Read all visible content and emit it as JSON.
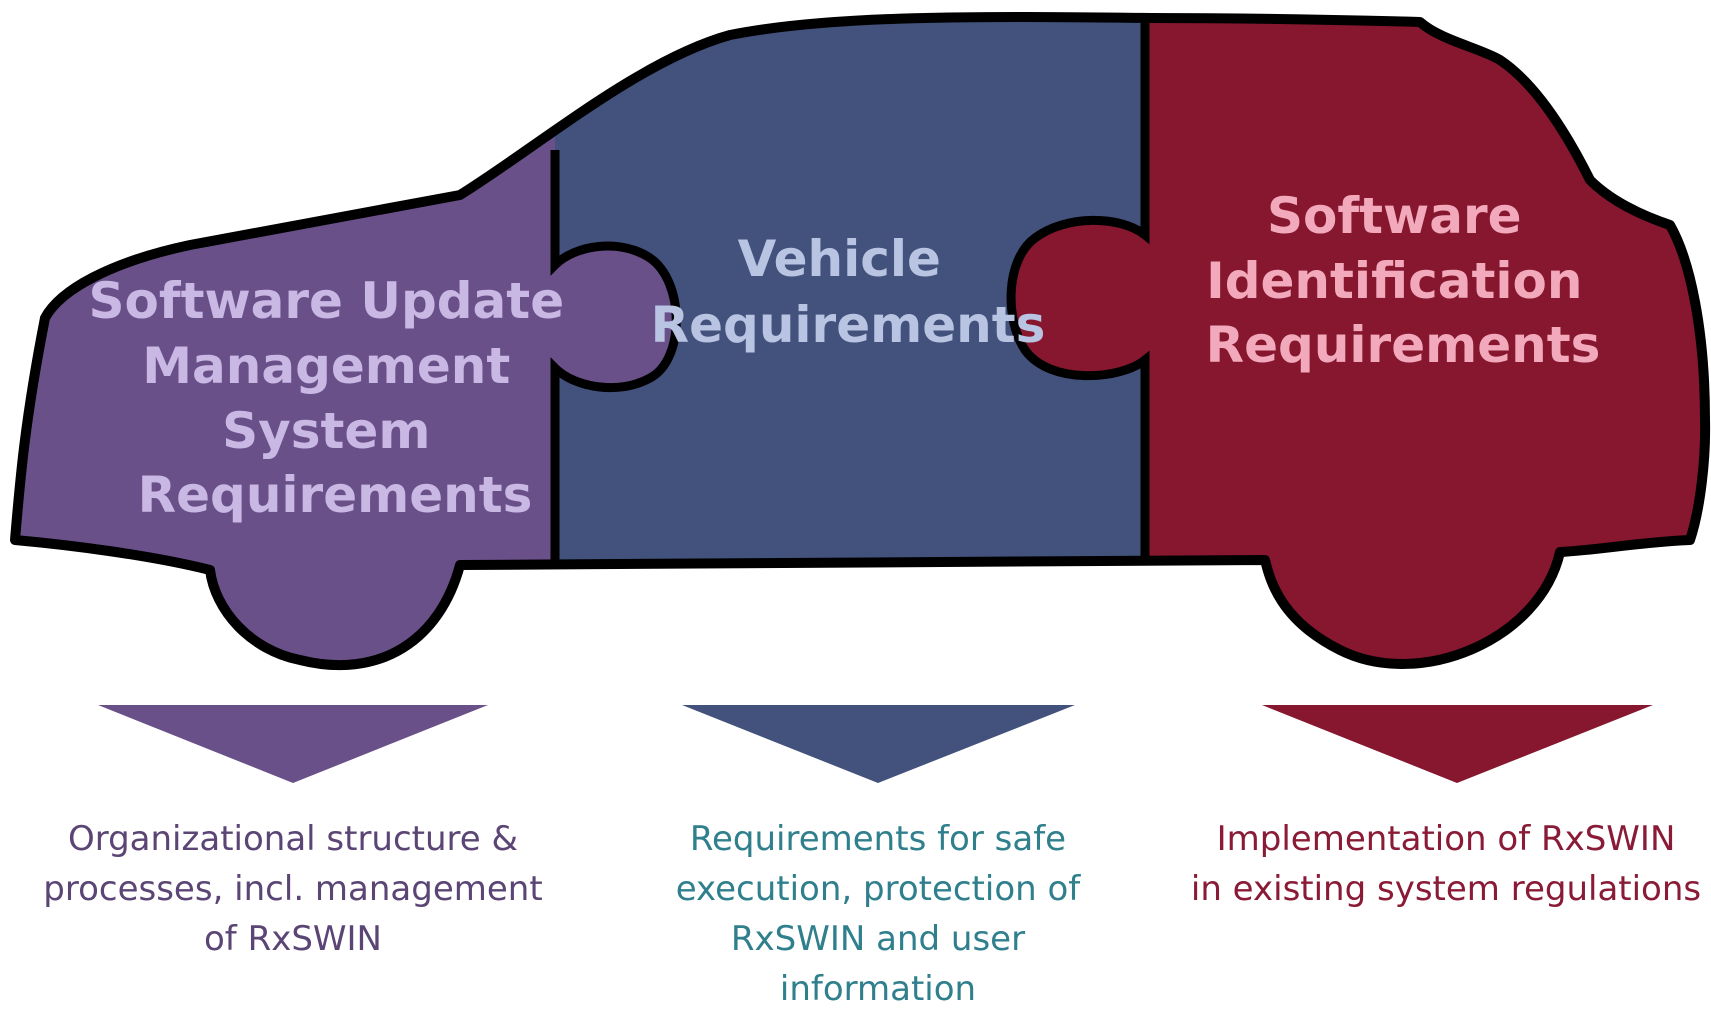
{
  "colors": {
    "purple": "#6a5089",
    "navy": "#42527c",
    "burgundy": "#86172f",
    "purple_text": "#c9b8e4",
    "navy_text": "#b9c4e2",
    "burgundy_text": "#f2a9bb",
    "purple_desc": "#5a4575",
    "navy_desc": "#2f7f8d",
    "burgundy_desc": "#8a1b36",
    "outline": "#000000"
  },
  "panels": [
    {
      "key": "sums",
      "lines": [
        "Software Update",
        "Management",
        "System",
        "Requirements"
      ]
    },
    {
      "key": "vehicle",
      "lines": [
        "Vehicle",
        "Requirements"
      ]
    },
    {
      "key": "swid",
      "lines": [
        "Software",
        "Identification",
        "Requirements"
      ]
    }
  ],
  "descriptions": [
    {
      "key": "sums",
      "lines": [
        "Organizational structure &",
        "processes, incl. management",
        "of RxSWIN"
      ]
    },
    {
      "key": "vehicle",
      "lines": [
        "Requirements for safe",
        "execution, protection of",
        "RxSWIN and user",
        "information"
      ]
    },
    {
      "key": "swid",
      "lines": [
        "Implementation of RxSWIN",
        "in existing system regulations"
      ]
    }
  ],
  "arrow_icon": "down-triangle-icon"
}
